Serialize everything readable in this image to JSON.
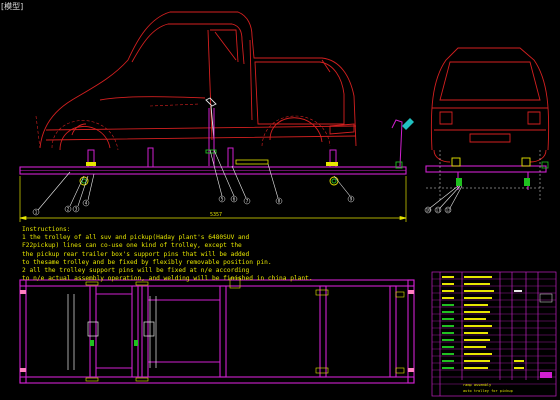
{
  "window": {
    "menu_label": "[模型]"
  },
  "colors": {
    "background": "#000000",
    "body_red": "#d42020",
    "frame_magenta": "#d020d0",
    "dim_yellow": "#e6e600",
    "outline_white": "#e8e8e8",
    "tag_cyan": "#20c0c0",
    "table_green": "#20c020",
    "pin_pink": "#ff80c0"
  },
  "notes": {
    "heading": "Instructions:",
    "lines": [
      "1 the trolley of all suv and pickup(Haday plant's 6480SUV and",
      "F22pickup) lines can co-use one kind of trolley, except the",
      "the pickup rear trailer box's support pins that will be added",
      "to thesame trolley and be fixed by flexibly removable position pin.",
      "2 all the trolley support pins will be fixed at n/e according",
      "to n/e actual assembly operation, and welding will be finished in china plant."
    ]
  },
  "dimension": {
    "overall_length": "5357"
  },
  "balloons": [
    "1",
    "2",
    "3",
    "4",
    "5",
    "6",
    "7",
    "8",
    "9",
    "10",
    "11",
    "12"
  ],
  "title_block": {
    "heading_1": "ramp assembly",
    "heading_2": "auto trolley for pickup"
  }
}
